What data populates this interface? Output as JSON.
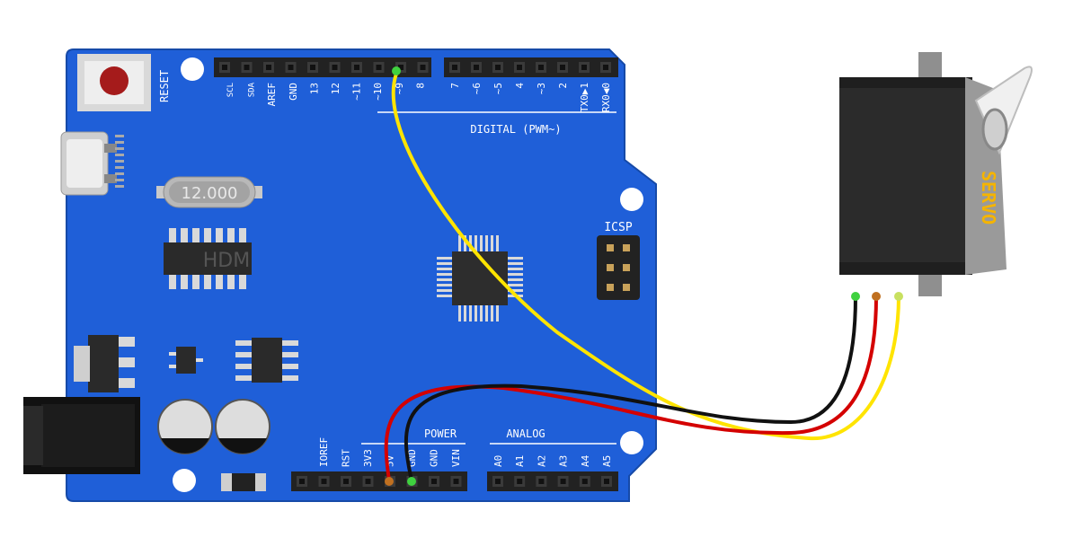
{
  "board": {
    "reset_label": "RESET",
    "crystal_label": "12.000",
    "chip_label": "HDM",
    "icsp_label": "ICSP",
    "digital_label": "DIGITAL (PWM~)",
    "power_label": "POWER",
    "analog_label": "ANALOG",
    "digital_pins_left": [
      "SCL",
      "SDA",
      "AREF",
      "GND",
      "13",
      "12",
      "~11",
      "~10",
      "~9",
      "8"
    ],
    "digital_pins_right": [
      "7",
      "~6",
      "~5",
      "4",
      "~3",
      "2",
      "TX0▶1",
      "RX0◀0"
    ],
    "power_pins": [
      "IOREF",
      "RST",
      "3V3",
      "5V",
      "GND",
      "GND",
      "VIN"
    ],
    "analog_pins": [
      "A0",
      "A1",
      "A2",
      "A3",
      "A4",
      "A5"
    ]
  },
  "servo": {
    "label": "SERVO"
  },
  "colors": {
    "board": "#1f5fd8",
    "wire_signal": "#ffe400",
    "wire_power": "#d40000",
    "wire_ground": "#111111",
    "servo_body": "#2b2b2b",
    "servo_label": "#f5b400",
    "pin_highlight": "#3fd13f"
  }
}
